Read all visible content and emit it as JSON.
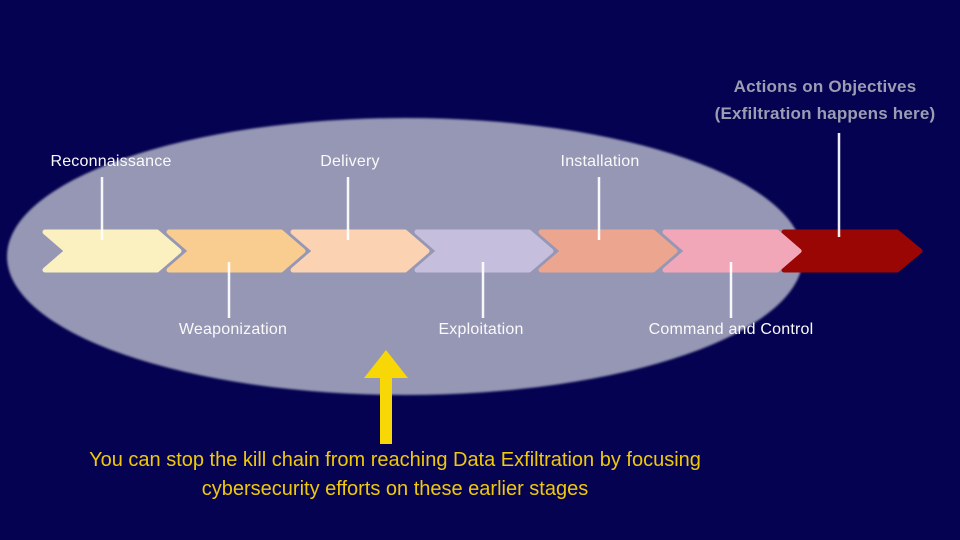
{
  "background_color": "#050351",
  "highlight_ellipse_color": "#9697B5",
  "label_text_color": "#FAFAFA",
  "stages": [
    {
      "label": "Reconnaissance",
      "color": "#FBF1C0"
    },
    {
      "label": "Weaponization",
      "color": "#F9CC8F"
    },
    {
      "label": "Delivery",
      "color": "#FBD2B2"
    },
    {
      "label": "Exploitation",
      "color": "#C5BFDD"
    },
    {
      "label": "Installation",
      "color": "#ECA690"
    },
    {
      "label": "Command and Control",
      "color": "#F2A7B8"
    },
    {
      "label": "Actions on Objectives",
      "color": "#9A0604"
    }
  ],
  "callout": {
    "subtitle": "(Exfiltration happens here)",
    "text_color": "#9C9CB2"
  },
  "arrow": {
    "name": "up-arrow",
    "color": "#F7D705"
  },
  "caption": {
    "line1": "You can stop the kill chain from reaching Data Exfiltration by focusing",
    "line2": "cybersecurity efforts on these earlier stages",
    "color": "#EFC90A"
  }
}
